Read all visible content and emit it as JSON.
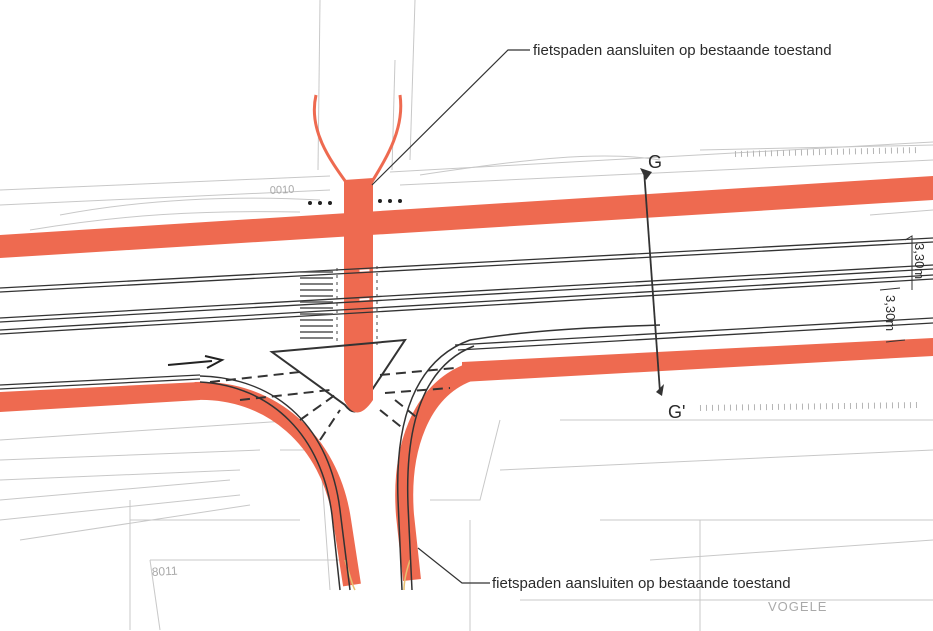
{
  "annotations": {
    "top_note": "fietspaden aansluiten op bestaande toestand",
    "bottom_note": "fietspaden aansluiten op bestaande toestand"
  },
  "section": {
    "start_label": "G",
    "end_label": "G'"
  },
  "dimensions": {
    "lane_width_1": "3,30m",
    "lane_width_2": "3,30m"
  },
  "background_text": {
    "house_number_top": "0010",
    "house_number_bottom": "8011",
    "building_name": "VOGELE"
  },
  "colors": {
    "bike_path": "#ee6a50",
    "linework": "#333333",
    "faint_linework": "#bdbdbd"
  }
}
